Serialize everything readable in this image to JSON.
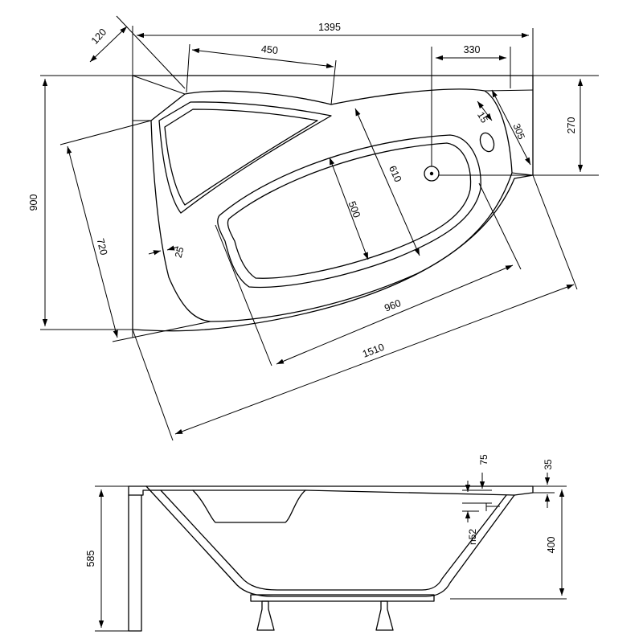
{
  "top_view": {
    "dim_120": "120",
    "dim_1395": "1395",
    "dim_450": "450",
    "dim_330": "330",
    "dim_270": "270",
    "dim_15": "15",
    "dim_305": "305",
    "dim_900": "900",
    "dim_720": "720",
    "dim_610": "610",
    "dim_500": "500",
    "dim_25": "25",
    "dim_960": "960",
    "dim_1510": "1510"
  },
  "side_view": {
    "dim_75": "75",
    "dim_35": "35",
    "dim_n52": "n52",
    "dim_400": "400",
    "dim_585": "585"
  }
}
